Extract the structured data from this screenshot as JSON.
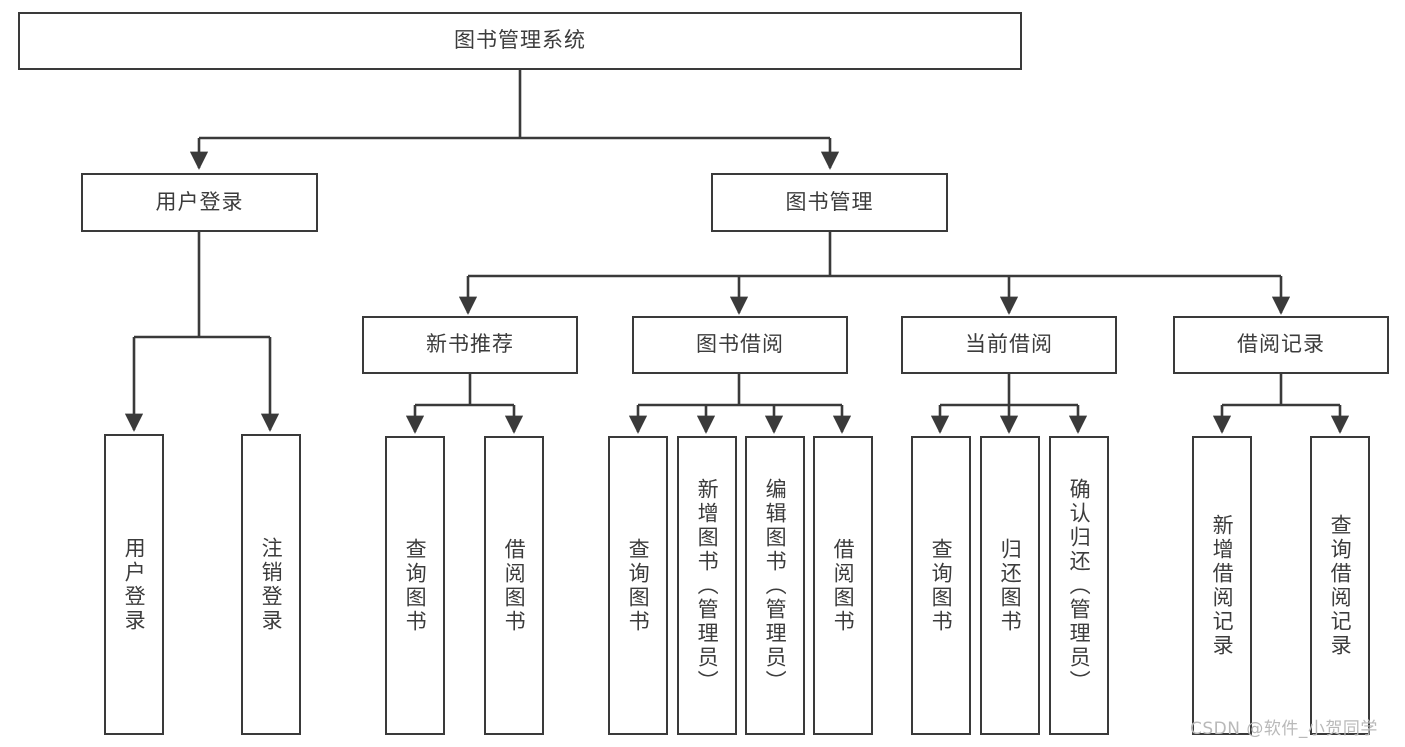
{
  "diagram": {
    "title": "图书管理系统",
    "type": "hierarchy-tree",
    "edge_color": "#3a3a3a",
    "box_border_color": "#3a3a3a",
    "text_color": "#3c3c3c",
    "background": "#ffffff"
  },
  "nodes": {
    "root": {
      "label": "图书管理系统"
    },
    "level2": [
      {
        "label": "用户登录"
      },
      {
        "label": "图书管理"
      }
    ],
    "level3": [
      {
        "label": "新书推荐"
      },
      {
        "label": "图书借阅"
      },
      {
        "label": "当前借阅"
      },
      {
        "label": "借阅记录"
      }
    ],
    "leaves_user_login": [
      {
        "label": "用户登录"
      },
      {
        "label": "注销登录"
      }
    ],
    "leaves_new_book": [
      {
        "label": "查询图书"
      },
      {
        "label": "借阅图书"
      }
    ],
    "leaves_borrow": [
      {
        "label": "查询图书"
      },
      {
        "label": "新增图书（管理员）"
      },
      {
        "label": "编辑图书（管理员）"
      },
      {
        "label": "借阅图书"
      }
    ],
    "leaves_current": [
      {
        "label": "查询图书"
      },
      {
        "label": "归还图书"
      },
      {
        "label": "确认归还（管理员）"
      }
    ],
    "leaves_records": [
      {
        "label": "新增借阅记录"
      },
      {
        "label": "查询借阅记录"
      }
    ]
  },
  "watermark": {
    "text": "CSDN @软件_小贺同学"
  }
}
